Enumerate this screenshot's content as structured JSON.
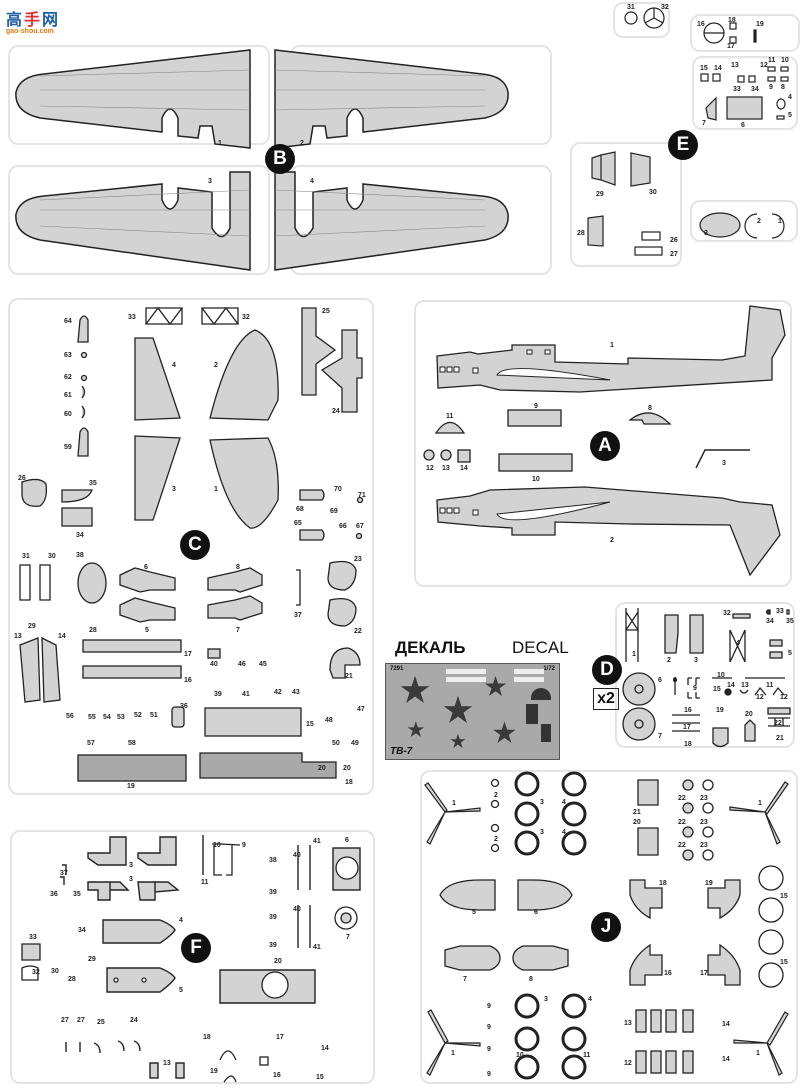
{
  "watermark": {
    "chinese": "高手网",
    "url": "gao-shou.com"
  },
  "decal": {
    "title_ru": "ДЕКАЛЬ",
    "title_en": "DECAL",
    "code": "7291",
    "scale": "1/72",
    "model": "TB-7",
    "note": "x2"
  },
  "sprues": {
    "A": {
      "label": "A",
      "parts": [
        "1",
        "2",
        "3",
        "8",
        "9",
        "10",
        "11",
        "12",
        "13",
        "14"
      ]
    },
    "B": {
      "label": "B",
      "parts": [
        "1",
        "2",
        "3",
        "4"
      ]
    },
    "C": {
      "label": "C",
      "parts": [
        "1",
        "2",
        "3",
        "4",
        "5",
        "6",
        "7",
        "8",
        "13",
        "14",
        "15",
        "16",
        "17",
        "18",
        "19",
        "20",
        "21",
        "22",
        "23",
        "24",
        "25",
        "26",
        "28",
        "29",
        "30",
        "31",
        "32",
        "33",
        "34",
        "35",
        "36",
        "37",
        "38",
        "39",
        "40",
        "41",
        "42",
        "43",
        "45",
        "46",
        "47",
        "48",
        "49",
        "50",
        "51",
        "52",
        "53",
        "54",
        "55",
        "56",
        "57",
        "58",
        "59",
        "60",
        "61",
        "62",
        "63",
        "64",
        "65",
        "66",
        "67",
        "68",
        "69",
        "70",
        "71"
      ]
    },
    "D": {
      "label": "D",
      "multiplier": "x2",
      "parts": [
        "1",
        "2",
        "3",
        "4",
        "5",
        "6",
        "7",
        "8",
        "9",
        "10",
        "11",
        "12",
        "13",
        "14",
        "15",
        "16",
        "17",
        "18",
        "19",
        "20",
        "21",
        "22",
        "32",
        "33",
        "34",
        "35"
      ]
    },
    "E": {
      "label": "E",
      "parts": [
        "1",
        "2",
        "3",
        "4",
        "5",
        "6",
        "7",
        "8",
        "9",
        "10",
        "11",
        "12",
        "13",
        "14",
        "15",
        "16",
        "17",
        "18",
        "19",
        "26",
        "27",
        "28",
        "29",
        "30",
        "31",
        "32",
        "33",
        "34"
      ]
    },
    "F": {
      "label": "F",
      "parts": [
        "3",
        "4",
        "5",
        "6",
        "7",
        "9",
        "10",
        "11",
        "13",
        "14",
        "15",
        "16",
        "17",
        "18",
        "19",
        "20",
        "24",
        "25",
        "27",
        "28",
        "29",
        "30",
        "32",
        "33",
        "34",
        "35",
        "36",
        "37",
        "38",
        "39",
        "40",
        "41"
      ]
    },
    "J": {
      "label": "J",
      "parts": [
        "1",
        "2",
        "3",
        "4",
        "5",
        "6",
        "7",
        "8",
        "9",
        "10",
        "11",
        "12",
        "13",
        "14",
        "15",
        "16",
        "17",
        "18",
        "19",
        "20",
        "21",
        "22",
        "23"
      ]
    }
  },
  "labels": {
    "B1": "1",
    "B2": "2",
    "B3": "3",
    "B4": "4",
    "E31": "31",
    "E32": "32",
    "E16": "16",
    "E18": "18",
    "E17": "17",
    "E19": "19",
    "E15": "15",
    "E14": "14",
    "E13": "13",
    "E12": "12",
    "E11": "11",
    "E10": "10",
    "E33": "33",
    "E34": "34",
    "E9": "9",
    "E8": "8",
    "E7": "7",
    "E6": "6",
    "E4": "4",
    "E5": "5",
    "E29": "29",
    "E30": "30",
    "E28": "28",
    "E26": "26",
    "E27": "27",
    "E3": "3",
    "E2": "2",
    "E1": "1",
    "C64": "64",
    "C63": "63",
    "C62": "62",
    "C61": "61",
    "C60": "60",
    "C59": "59",
    "C33": "33",
    "C32": "32",
    "C4": "4",
    "C2": "2",
    "C3": "3",
    "C1": "1",
    "C25": "25",
    "C24": "24",
    "C26": "26",
    "C35": "35",
    "C34": "34",
    "C68": "68",
    "C70": "70",
    "C71": "71",
    "C69": "69",
    "C65": "65",
    "C66": "66",
    "C67": "67",
    "C31": "31",
    "C30": "30",
    "C38": "38",
    "C6": "6",
    "C8": "8",
    "C23": "23",
    "C29": "29",
    "C28": "28",
    "C5": "5",
    "C7": "7",
    "C37": "37",
    "C22": "22",
    "C13": "13",
    "C14": "14",
    "C17": "17",
    "C16": "16",
    "C40": "40",
    "C46": "46",
    "C45": "45",
    "C39": "39",
    "C41": "41",
    "C42": "42",
    "C43": "43",
    "C21": "21",
    "C36": "36",
    "C56": "56",
    "C55": "55",
    "C54": "54",
    "C53": "53",
    "C52": "52",
    "C51": "51",
    "C57": "57",
    "C58": "58",
    "C15": "15",
    "C48": "48",
    "C47": "47",
    "C50": "50",
    "C49": "49",
    "C19": "19",
    "C20a": "20",
    "C20b": "20",
    "C18": "18",
    "A1": "1",
    "A2": "2",
    "A3": "3",
    "A8": "8",
    "A9": "9",
    "A10": "10",
    "A11": "11",
    "A12": "12",
    "A13": "13",
    "A14": "14",
    "D1": "1",
    "D2": "2",
    "D3": "3",
    "D4": "4",
    "D5": "5",
    "D6": "6",
    "D7": "7",
    "D8": "8",
    "D9": "9",
    "D10": "10",
    "D11": "11",
    "D12a": "12",
    "D12b": "12",
    "D13": "13",
    "D14": "14",
    "D15": "15",
    "D16": "16",
    "D17": "17",
    "D18": "18",
    "D19": "19",
    "D20": "20",
    "D21": "21",
    "D22": "22",
    "D32": "32",
    "D33": "33",
    "D34": "34",
    "D35": "35",
    "F37": "37",
    "F36": "36",
    "F35": "35",
    "F34": "34",
    "F33": "33",
    "F32": "32",
    "F30": "30",
    "F29": "29",
    "F28": "28",
    "F27a": "27",
    "F27b": "27",
    "F25": "25",
    "F24": "24",
    "F3a": "3",
    "F3b": "3",
    "F4": "4",
    "F5": "5",
    "F10": "10",
    "F9": "9",
    "F11": "11",
    "F38": "38",
    "F39a": "39",
    "F39b": "39",
    "F39c": "39",
    "F40a": "40",
    "F40b": "40",
    "F41a": "41",
    "F41b": "41",
    "F6": "6",
    "F7": "7",
    "F20": "20",
    "F18": "18",
    "F19": "19",
    "F17": "17",
    "F16": "16",
    "F14": "14",
    "F15": "15",
    "F13": "13",
    "J1a": "1",
    "J1b": "1",
    "J1c": "1",
    "J1d": "1",
    "J2a": "2",
    "J2b": "2",
    "J3a": "3",
    "J3b": "3",
    "J3c": "3",
    "J4a": "4",
    "J4b": "4",
    "J4c": "4",
    "J21": "21",
    "J20": "20",
    "J22a": "22",
    "J22b": "22",
    "J22c": "22",
    "J23a": "23",
    "J23b": "23",
    "J23c": "23",
    "J5": "5",
    "J6": "6",
    "J7": "7",
    "J8": "8",
    "J18": "18",
    "J19": "19",
    "J16": "16",
    "J17": "17",
    "J15a": "15",
    "J15b": "15",
    "J9a": "9",
    "J9b": "9",
    "J9c": "9",
    "J9d": "9",
    "J10": "10",
    "J11": "11",
    "J13": "13",
    "J12": "12",
    "J14a": "14",
    "J14b": "14"
  },
  "colors": {
    "plastic": "#d3d3d3",
    "outline": "#222222",
    "sprue_frame": "#e4e4e4",
    "badge": "#111111",
    "decal_bg": "#a9a9a9",
    "star": "#3a3a3a"
  }
}
